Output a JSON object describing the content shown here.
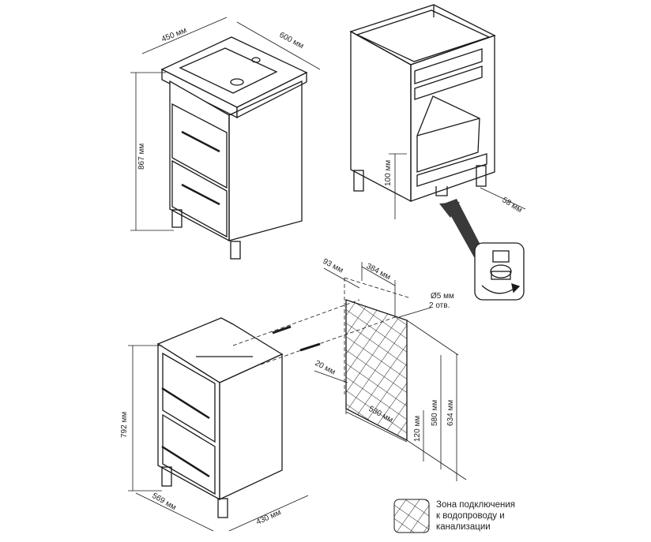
{
  "dimensions": {
    "top_width": "450 мм",
    "top_depth": "600 мм",
    "top_height": "867 мм",
    "leg_height": "100 мм",
    "leg_offset": "58 мм",
    "hole_offset_left": "93 мм",
    "hole_spacing": "384 мм",
    "hole_diameter": "Ø5 мм",
    "hole_count": "2 отв.",
    "zone_offset": "20 мм",
    "zone_width": "530 мм",
    "zone_bottom": "120 мм",
    "zone_height": "580 мм",
    "hole_height": "634 мм",
    "bottom_height": "792 мм",
    "bottom_depth": "569 мм",
    "bottom_width": "430 мм"
  },
  "legend": {
    "line1": "Зона подключения",
    "line2": "к водопроводу и",
    "line3": "канализации"
  },
  "colors": {
    "line": "#1a1a1a",
    "arrow": "#3a3a3a",
    "hatch": "#222222"
  }
}
